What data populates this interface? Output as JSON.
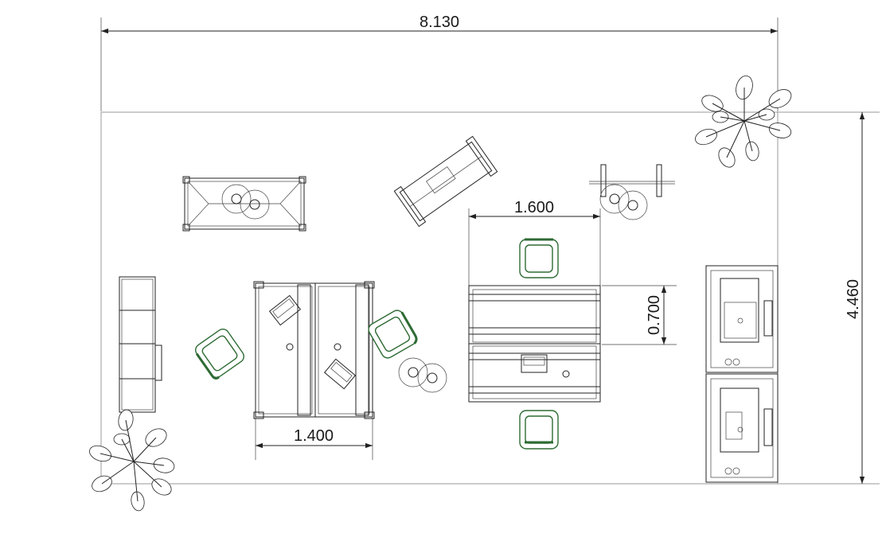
{
  "dimensions": {
    "total_width": "8.130",
    "total_depth": "4.460",
    "desk_pair_width": "1.400",
    "table_width": "1.600",
    "table_depth": "0.700"
  }
}
